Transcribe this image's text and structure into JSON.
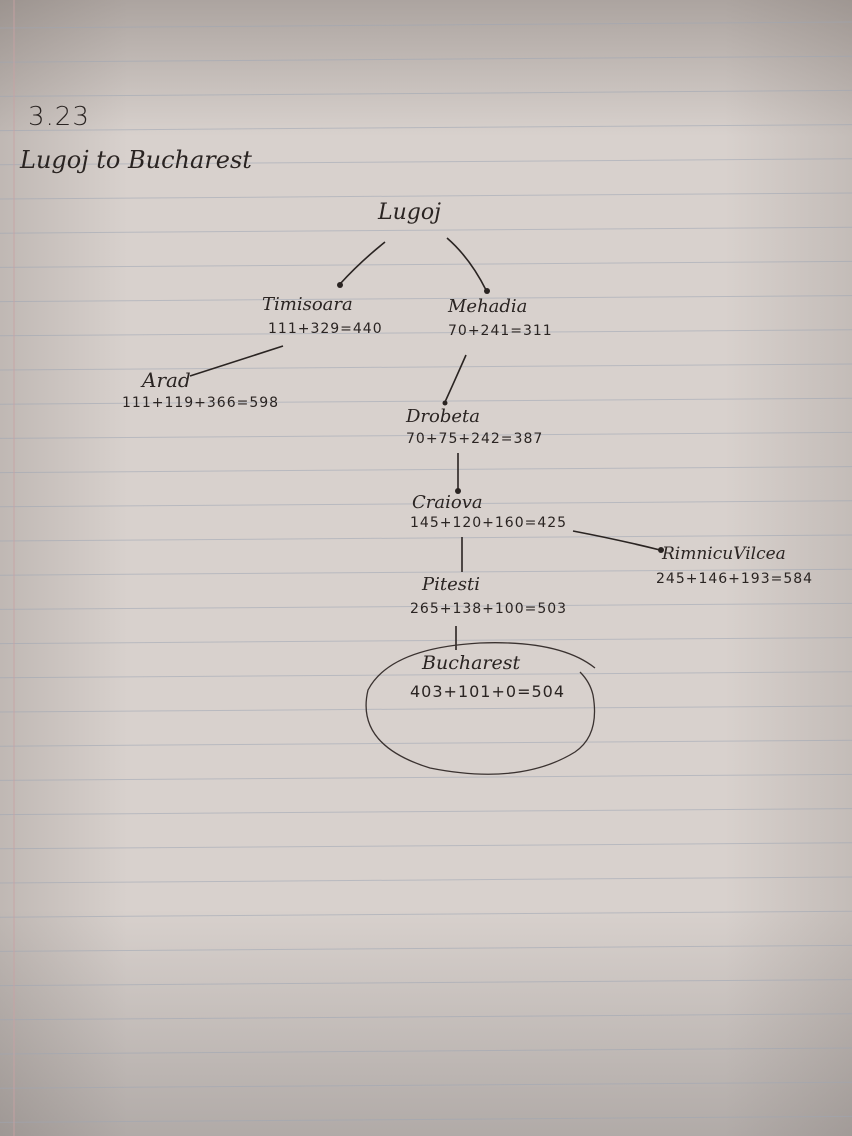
{
  "heading": {
    "number": "3.23",
    "title": "Lugoj to Bucharest"
  },
  "tree": {
    "root": "Lugoj",
    "nodes": [
      {
        "city": "Timisoara",
        "cost": "111+329=440"
      },
      {
        "city": "Mehadia",
        "cost": "70+241=311"
      },
      {
        "city": "Arad",
        "cost": "111+119+366=598"
      },
      {
        "city": "Drobeta",
        "cost": "70+75+242=387"
      },
      {
        "city": "Craiova",
        "cost": "145+120+160=425"
      },
      {
        "city": "RimnicuVilcea",
        "cost": "245+146+193=584"
      },
      {
        "city": "Pitesti",
        "cost": "265+138+100=503"
      },
      {
        "city": "Bucharest",
        "cost": "403+101+0=504"
      }
    ]
  },
  "colors": {
    "paper": "#d8d1cd",
    "rule_line": "#9ea6b4",
    "margin_line": "#c9a2a4",
    "ink": "#2a2422"
  }
}
